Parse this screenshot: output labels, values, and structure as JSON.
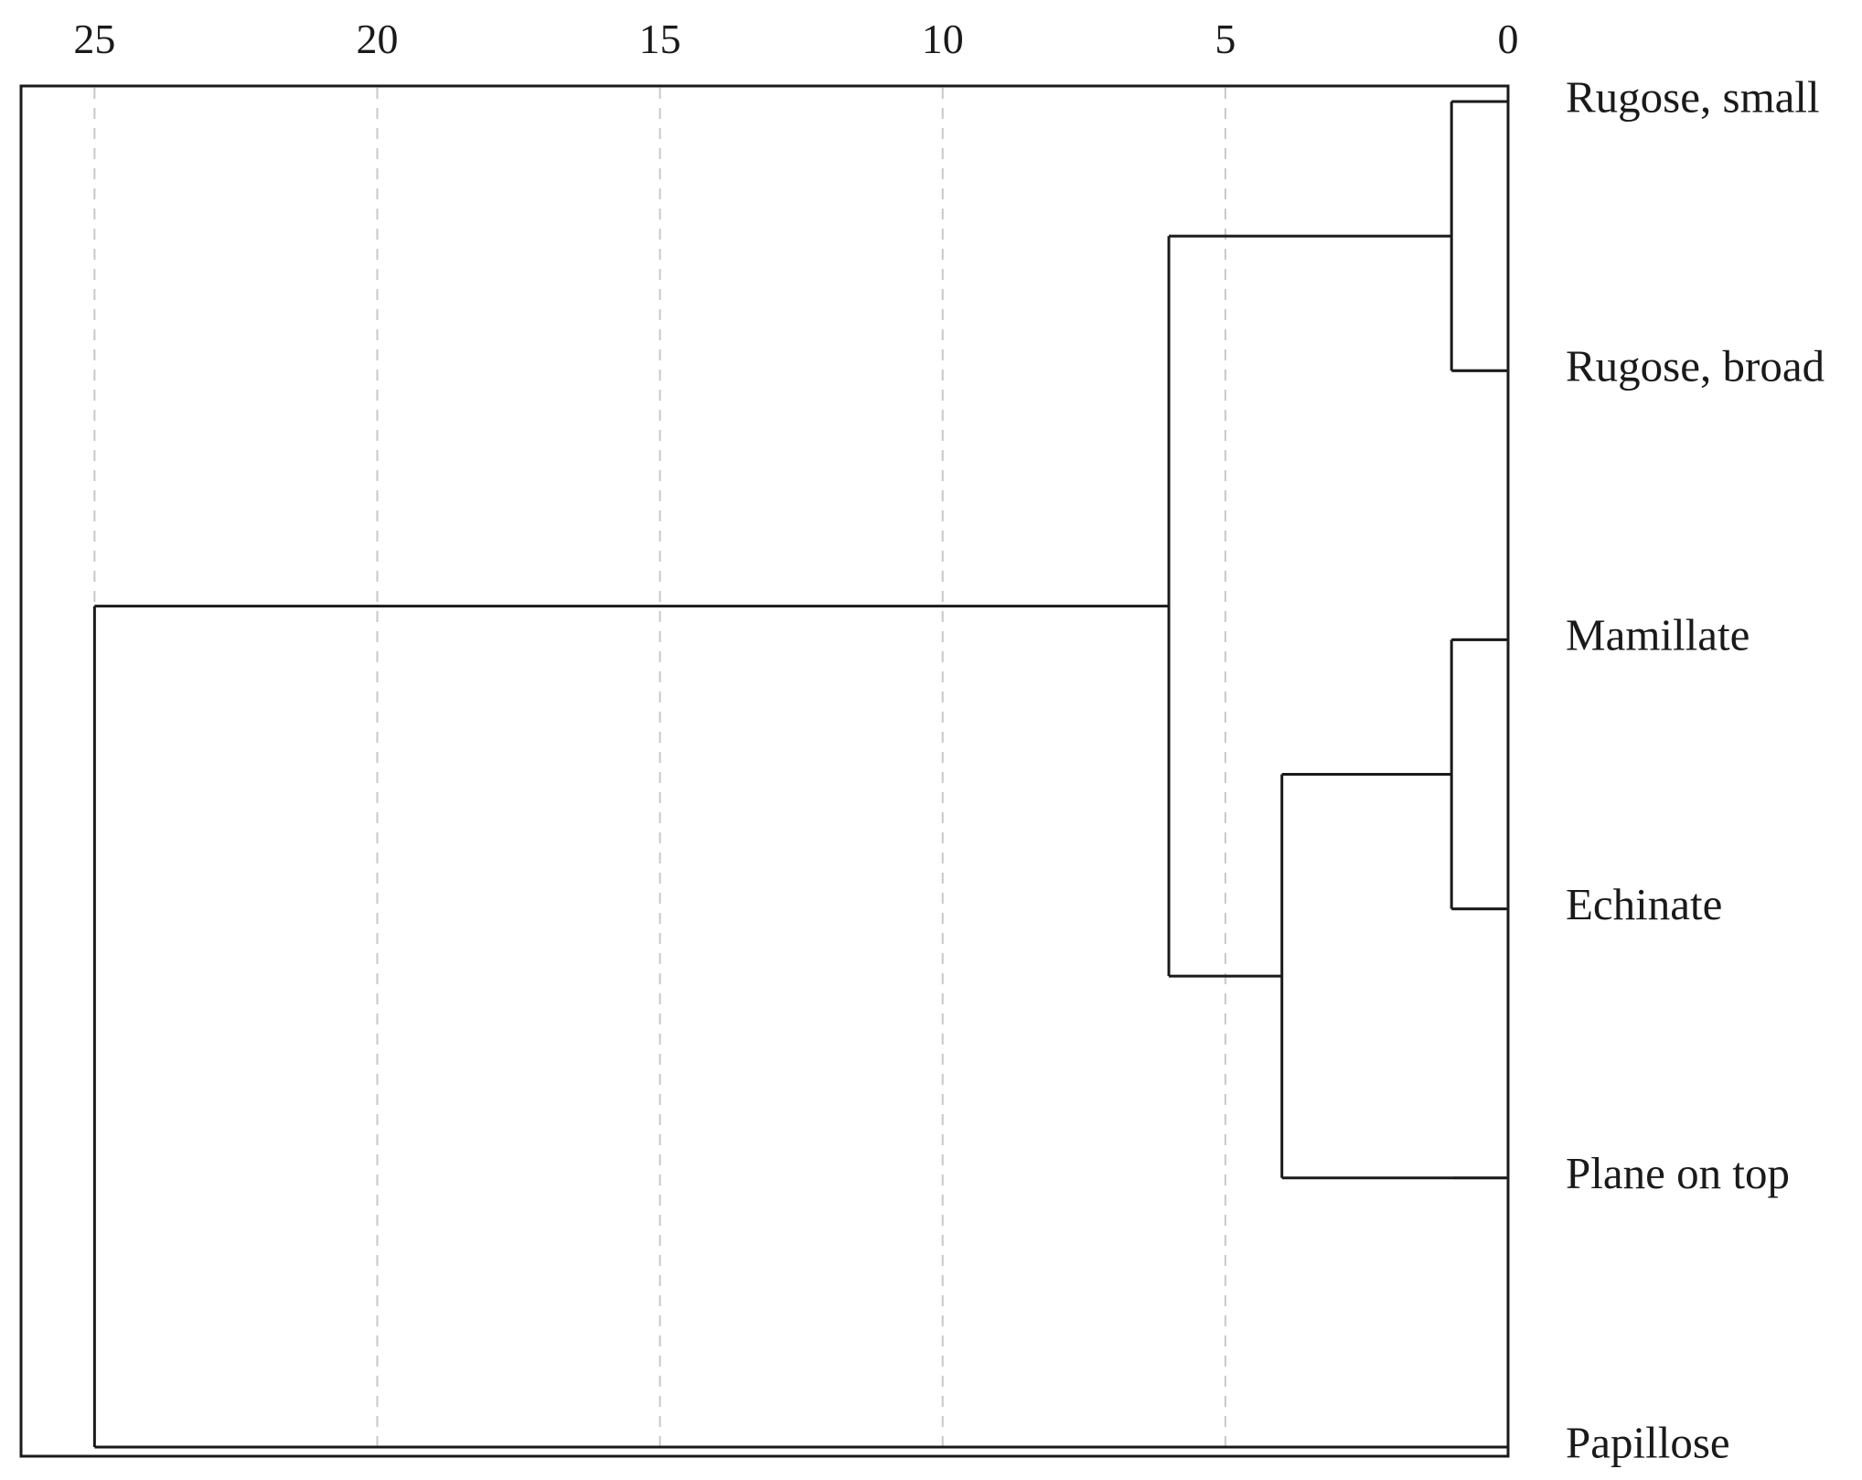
{
  "chart_data": {
    "type": "dendrogram",
    "orientation": "horizontal",
    "axis_position": "top",
    "xlim": [
      26.3,
      0
    ],
    "ticks": [
      25,
      20,
      15,
      10,
      5,
      0
    ],
    "tick_labels": [
      "25",
      "20",
      "15",
      "10",
      "5",
      "0"
    ],
    "grid": true,
    "leaves": [
      "Rugose, small",
      "Rugose, broad",
      "Mamillate",
      "Echinate",
      "Plane on top",
      "Papillose"
    ],
    "merges": [
      {
        "id": "A",
        "children": [
          "Rugose, small",
          "Rugose, broad"
        ],
        "height": 1.0
      },
      {
        "id": "B",
        "children": [
          "Mamillate",
          "Echinate"
        ],
        "height": 1.0
      },
      {
        "id": "C",
        "children": [
          "B",
          "Plane on top"
        ],
        "height": 4.0
      },
      {
        "id": "D",
        "children": [
          "A",
          "C"
        ],
        "height": 6.0
      },
      {
        "id": "E",
        "children": [
          "D",
          "Papillose"
        ],
        "height": 25.0
      }
    ],
    "colors": {
      "lines": "#1a1a1a",
      "grid": "#c8c8c8",
      "leaf_stub": "#8a8a8a"
    }
  }
}
